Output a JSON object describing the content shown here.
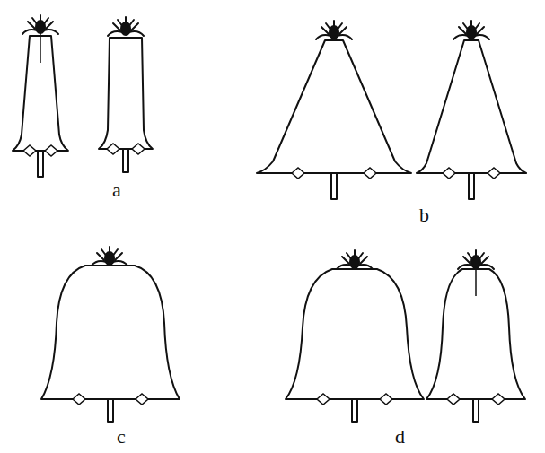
{
  "diagram": {
    "labels": [
      "a",
      "b",
      "c",
      "d"
    ]
  }
}
